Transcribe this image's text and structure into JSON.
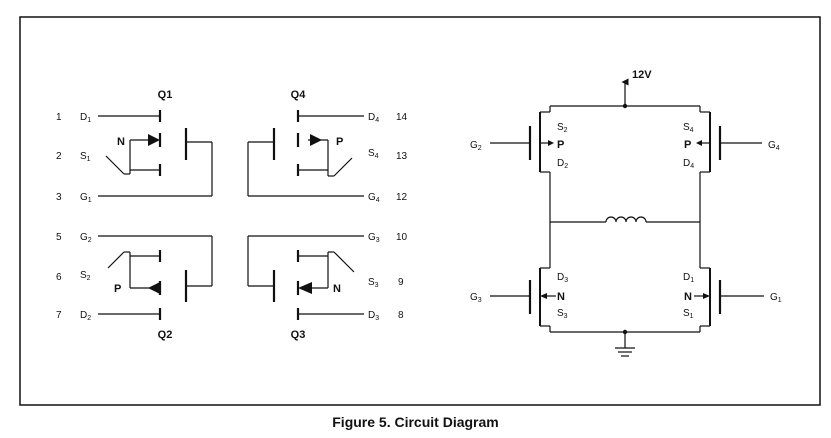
{
  "caption": "Figure 5.  Circuit Diagram",
  "left": {
    "transistors": [
      "Q1",
      "Q2",
      "Q3",
      "Q4"
    ],
    "channels": {
      "q1": "N",
      "q2": "P",
      "q3": "N",
      "q4": "P"
    },
    "pins": [
      {
        "num": "1",
        "base": "D",
        "sub": "1"
      },
      {
        "num": "2",
        "base": "S",
        "sub": "1"
      },
      {
        "num": "3",
        "base": "G",
        "sub": "1"
      },
      {
        "num": "5",
        "base": "G",
        "sub": "2"
      },
      {
        "num": "6",
        "base": "S",
        "sub": "2"
      },
      {
        "num": "7",
        "base": "D",
        "sub": "2"
      },
      {
        "num": "14",
        "base": "D",
        "sub": "4"
      },
      {
        "num": "13",
        "base": "S",
        "sub": "4"
      },
      {
        "num": "12",
        "base": "G",
        "sub": "4"
      },
      {
        "num": "10",
        "base": "G",
        "sub": "3"
      },
      {
        "num": "9",
        "base": "S",
        "sub": "3"
      },
      {
        "num": "8",
        "base": "D",
        "sub": "3"
      }
    ]
  },
  "right": {
    "supply": "12V",
    "channels": {
      "tl": "P",
      "tr": "P",
      "bl": "N",
      "br": "N"
    },
    "labels": {
      "g2": {
        "base": "G",
        "sub": "2"
      },
      "g4": {
        "base": "G",
        "sub": "4"
      },
      "g3": {
        "base": "G",
        "sub": "3"
      },
      "g1": {
        "base": "G",
        "sub": "1"
      },
      "s2": {
        "base": "S",
        "sub": "2"
      },
      "d2": {
        "base": "D",
        "sub": "2"
      },
      "s4": {
        "base": "S",
        "sub": "4"
      },
      "d4": {
        "base": "D",
        "sub": "4"
      },
      "d3": {
        "base": "D",
        "sub": "3"
      },
      "s3": {
        "base": "S",
        "sub": "3"
      },
      "d1": {
        "base": "D",
        "sub": "1"
      },
      "s1": {
        "base": "S",
        "sub": "1"
      }
    }
  }
}
